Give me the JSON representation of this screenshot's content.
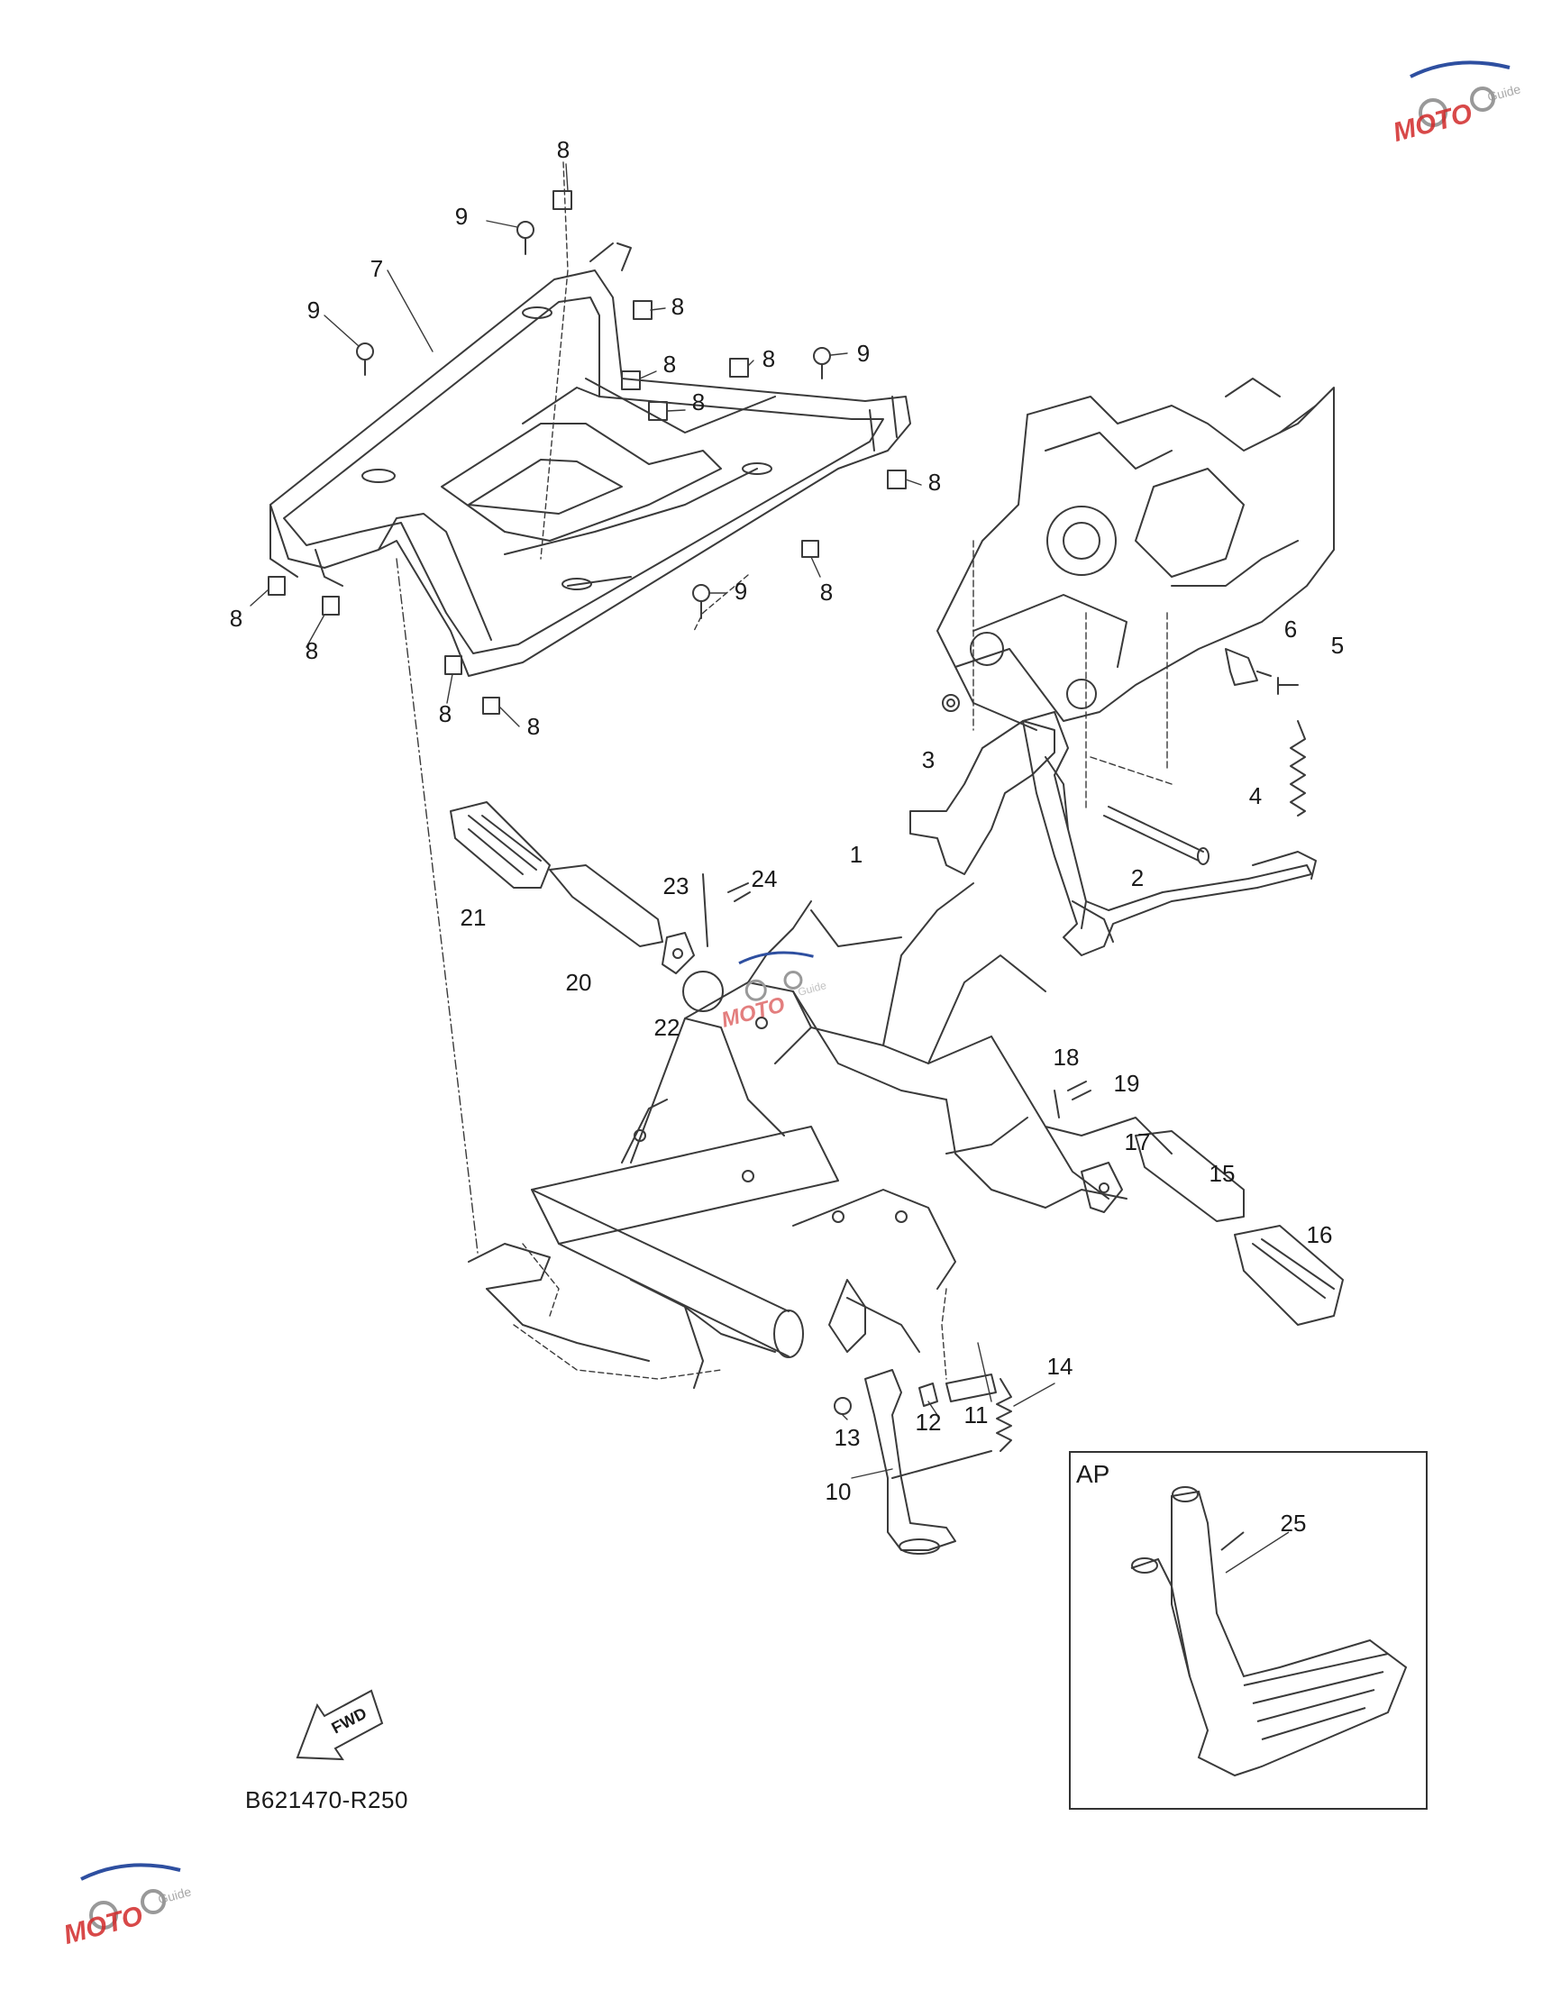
{
  "diagram": {
    "code": "B621470-R250",
    "fwd_label": "FWD",
    "inset_label": "AP",
    "watermark_text": "MOTO",
    "watermark_sub": "Guide"
  },
  "callouts": [
    "1",
    "2",
    "3",
    "4",
    "5",
    "6",
    "7",
    "8",
    "8",
    "8",
    "8",
    "8",
    "8",
    "8",
    "8",
    "8",
    "8",
    "8",
    "9",
    "9",
    "9",
    "9",
    "10",
    "11",
    "12",
    "13",
    "14",
    "15",
    "16",
    "17",
    "18",
    "19",
    "20",
    "21",
    "22",
    "23",
    "24",
    "25"
  ],
  "colors": {
    "line": "#3a3a3a",
    "text": "#1a1a1a",
    "watermark_red": "#d22a2a",
    "watermark_blue": "#2e4fa0"
  }
}
